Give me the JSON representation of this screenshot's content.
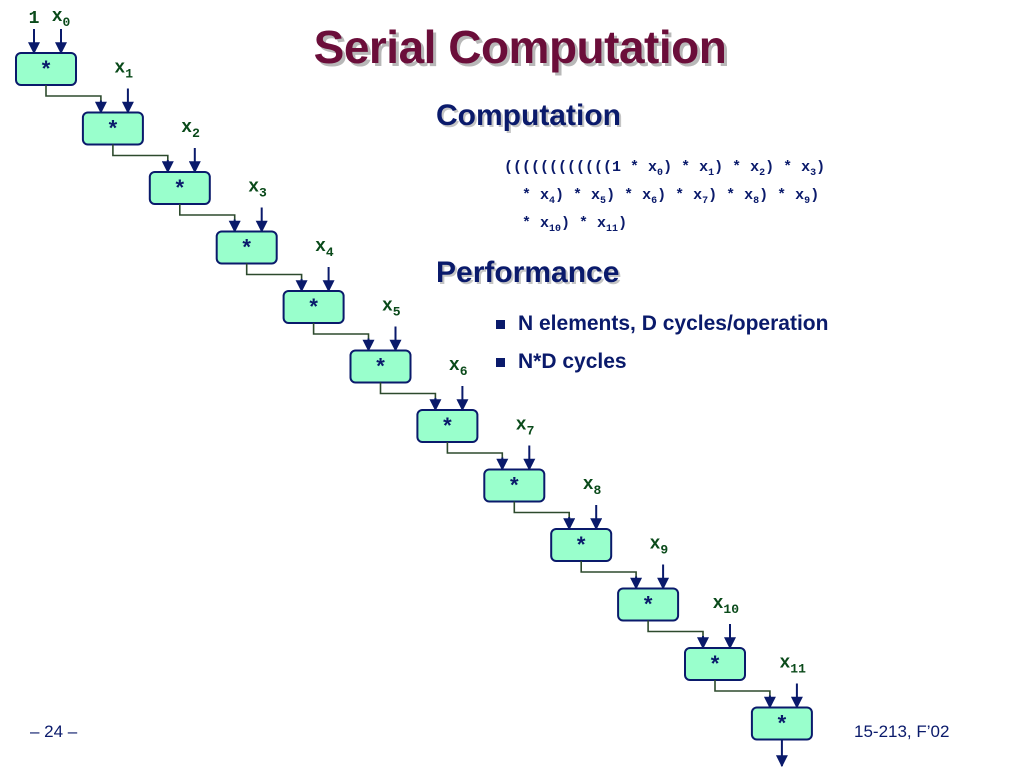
{
  "slide": {
    "title": "Serial Computation",
    "computation_heading": "Computation",
    "formula_lines": [
      [
        {
          "t": "((((((((((("
        },
        {
          "t": "(1 * x"
        },
        {
          "sub": "0"
        },
        {
          "t": ") * x"
        },
        {
          "sub": "1"
        },
        {
          "t": ") * x"
        },
        {
          "sub": "2"
        },
        {
          "t": ") * x"
        },
        {
          "sub": "3"
        },
        {
          "t": ")"
        }
      ],
      [
        {
          "t": "  * x"
        },
        {
          "sub": "4"
        },
        {
          "t": ") * x"
        },
        {
          "sub": "5"
        },
        {
          "t": ") * x"
        },
        {
          "sub": "6"
        },
        {
          "t": ") * x"
        },
        {
          "sub": "7"
        },
        {
          "t": ") * x"
        },
        {
          "sub": "8"
        },
        {
          "t": ") * x"
        },
        {
          "sub": "9"
        },
        {
          "t": ")"
        }
      ],
      [
        {
          "t": "  * x"
        },
        {
          "sub": "10"
        },
        {
          "t": ") * x"
        },
        {
          "sub": "11"
        },
        {
          "t": ")"
        }
      ]
    ],
    "performance_heading": "Performance",
    "bullets": [
      "N elements, D cycles/operation",
      "N*D cycles"
    ]
  },
  "diagram": {
    "initial_input": "1",
    "operator_symbol": "*",
    "inputs": [
      {
        "base": "x",
        "sub": "0"
      },
      {
        "base": "x",
        "sub": "1"
      },
      {
        "base": "x",
        "sub": "2"
      },
      {
        "base": "x",
        "sub": "3"
      },
      {
        "base": "x",
        "sub": "4"
      },
      {
        "base": "x",
        "sub": "5"
      },
      {
        "base": "x",
        "sub": "6"
      },
      {
        "base": "x",
        "sub": "7"
      },
      {
        "base": "x",
        "sub": "8"
      },
      {
        "base": "x",
        "sub": "9"
      },
      {
        "base": "x",
        "sub": "10"
      },
      {
        "base": "x",
        "sub": "11"
      }
    ],
    "node_fill": "#99ffcc",
    "node_stroke": "#0a1a6b",
    "wire_color": "#2d4a2d",
    "arrow_color": "#0a1a6b"
  },
  "footer": {
    "page": "– 24 –",
    "course": "15-213, F’02"
  },
  "colors": {
    "title": "#6b0e3a",
    "text": "#0a1a6b"
  }
}
